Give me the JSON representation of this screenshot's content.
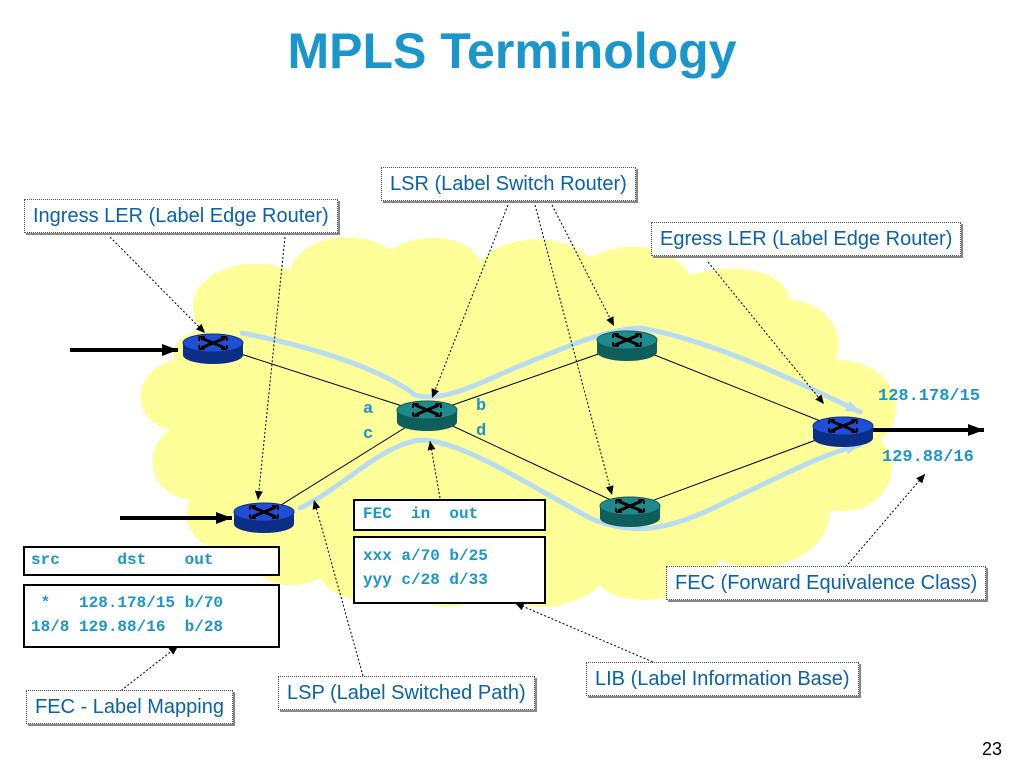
{
  "title": "MPLS Terminology",
  "page_number": "23",
  "callouts": {
    "lsr": "LSR (Label Switch Router)",
    "ingress": "Ingress LER (Label Edge Router)",
    "egress": "Egress LER (Label Edge Router)",
    "fec": "FEC (Forward Equivalence Class)",
    "lib": "LIB (Label Information Base)",
    "lsp": "LSP (Label Switched Path)",
    "fec_mapping": "FEC - Label Mapping"
  },
  "interfaces": {
    "a": "a",
    "b": "b",
    "c": "c",
    "d": "d"
  },
  "prefixes": {
    "top": "128.178/15",
    "bottom": "129.88/16"
  },
  "lib_table": {
    "header": "FEC  in  out",
    "rows": [
      "xxx a/70 b/25",
      "yyy c/28 d/33"
    ]
  },
  "mapping_table": {
    "header": "src      dst    out",
    "rows": [
      " *   128.178/15 b/70",
      "18/8 129.88/16  b/28"
    ]
  },
  "colors": {
    "title": "#1a96cc",
    "cloud": "#ffff99",
    "lsp_path": "#b8dcef",
    "edge_router": "#1f4fd6",
    "core_router": "#1d8b8b",
    "label_text": "#0a62a8"
  }
}
